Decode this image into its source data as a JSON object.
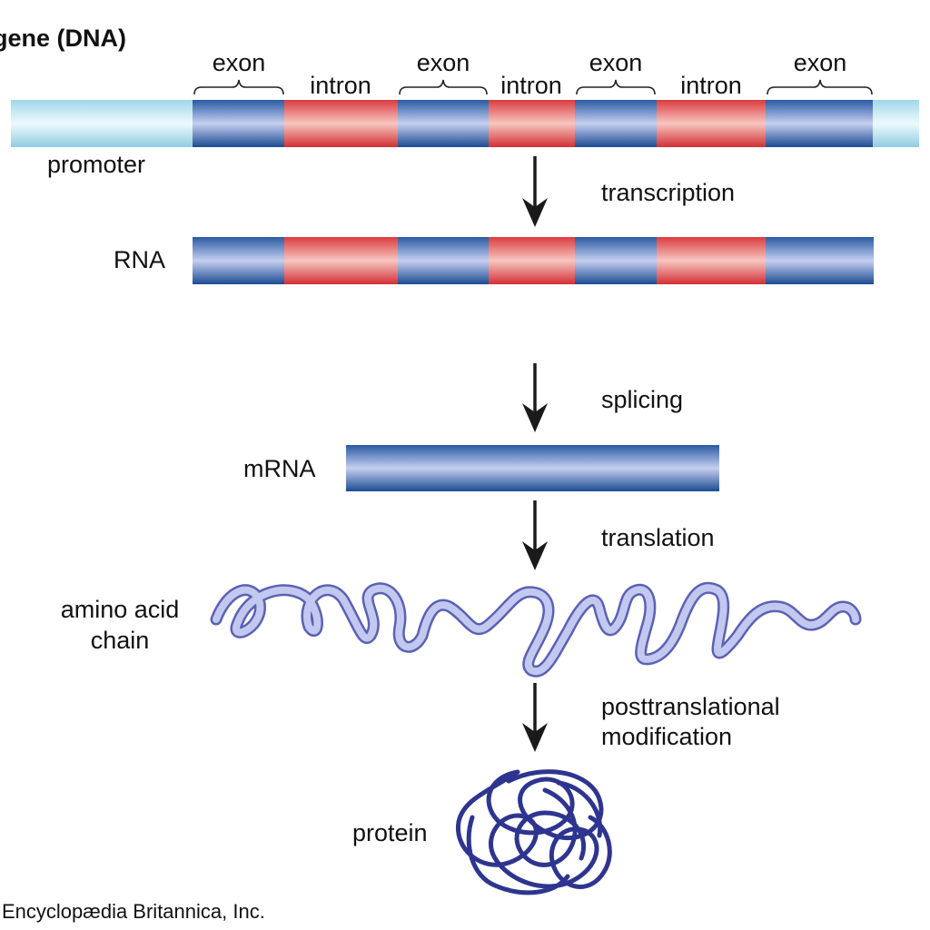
{
  "title": "gene (DNA)",
  "segments": {
    "exon": "exon",
    "intron": "intron"
  },
  "labels": {
    "promoter": "promoter",
    "rna": "RNA",
    "mrna": "mRNA",
    "amino_acid_chain_line1": "amino acid",
    "amino_acid_chain_line2": "chain",
    "protein": "protein"
  },
  "steps": {
    "transcription": "transcription",
    "splicing": "splicing",
    "translation": "translation",
    "posttranslational_line1": "posttranslational",
    "posttranslational_line2": "modification"
  },
  "credit": "Encyclopædia Britannica, Inc.",
  "colors": {
    "exon": "#2f5fa6",
    "intron": "#e04848",
    "promoter": "#a9dcea",
    "amino_chain": "#9aa3dc",
    "protein": "#2e3590",
    "arrow": "#1a1a1a"
  }
}
